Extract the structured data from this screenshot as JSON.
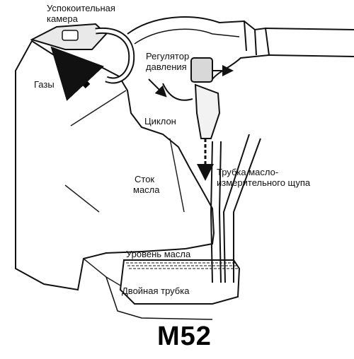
{
  "labels": {
    "calming_chamber_line1": "Успокоительная",
    "calming_chamber_line2": "камера",
    "gases": "Газы",
    "pressure_regulator_line1": "Регулятор",
    "pressure_regulator_line2": "давления",
    "cyclone": "Циклон",
    "oil_drain_line1": "Сток",
    "oil_drain_line2": "масла",
    "dipstick_tube_line1": "Трубка масло-",
    "dipstick_tube_line2": "измерительного щупа",
    "oil_level": "Уровень масла",
    "double_tube": "Двойная трубка"
  },
  "title": "M52",
  "colors": {
    "ink": "#111111",
    "paper": "#ffffff"
  }
}
